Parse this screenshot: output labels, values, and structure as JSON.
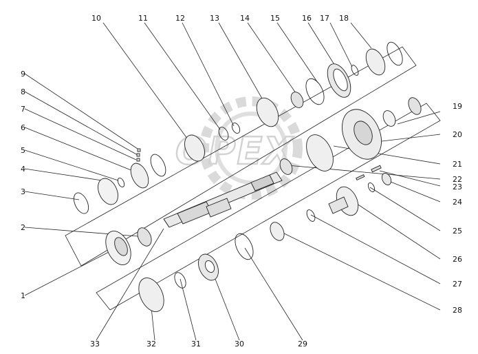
{
  "diagram": {
    "callouts": [
      "1",
      "2",
      "3",
      "4",
      "5",
      "6",
      "7",
      "8",
      "9",
      "10",
      "11",
      "12",
      "13",
      "14",
      "15",
      "16",
      "17",
      "18",
      "19",
      "20",
      "21",
      "22",
      "23",
      "24",
      "25",
      "26",
      "27",
      "28",
      "29",
      "30",
      "31",
      "32",
      "33"
    ]
  },
  "watermark": {
    "text": "OPEX",
    "color": "#cfcfcf"
  },
  "colors": {
    "line": "#222222",
    "part_fill": "#f2f2f2",
    "background": "#ffffff"
  }
}
